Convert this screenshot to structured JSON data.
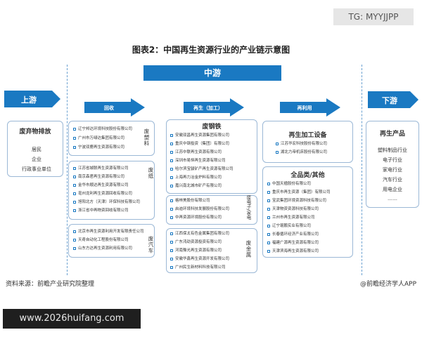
{
  "tg_badge": "TG: MYYJJPP",
  "title": "图表2：中国再生资源行业的产业链示意图",
  "stages": {
    "upstream": "上游",
    "midstream": "中游",
    "downstream": "下游"
  },
  "mid_steps": {
    "recycle": "回收",
    "process": "再生（加工）",
    "reuse": "再利用"
  },
  "upstream": {
    "heading": "废弃物排放",
    "items": [
      "居民",
      "企业",
      "行政事业单位"
    ]
  },
  "recycle_groups": [
    {
      "label": "废塑料",
      "companies": [
        "辽宁邦达环境科技股份有限公司",
        "广州市万绿达集团有限公司",
        "宁波双鹿再生资源有限公司"
      ]
    },
    {
      "label": "废纸",
      "companies": [
        "江苏省城联再生资源有限公司",
        "南京森君再生资源有限公司",
        "金华市顺达再生资源有限公司",
        "亳州龙利再生资源回收有限公司",
        "旭阳北方（天津）环保科技有限公司",
        "浙江省中再物资回收有限公司"
      ]
    },
    {
      "label": "废汽车",
      "companies": [
        "北京市再生资源利用开发有限责任公司",
        "天奇自动化工程股份有限公司",
        "山东方达再生资源利用有限公司"
      ]
    }
  ],
  "process_groups": [
    {
      "heading": "废钢铁",
      "companies": [
        "安徽双昌再生资源集团有限公司",
        "重庆中钢投资（集团）有限公司",
        "江苏中联再生资源有限公司",
        "深圳市易恒再生资源有限公司",
        "哈尔滨宝骏矿产再生资源有限公司",
        "上海再力冶金炉料有限公司",
        "嘉兴南北城市矿产有限公司"
      ]
    },
    {
      "label": "废电子/家电",
      "companies": [
        "格林美股份有限公司",
        "启迪环境科技发展股份有限公司",
        "中再资源环境股份有限公司"
      ]
    },
    {
      "label": "废金属",
      "companies": [
        "江西保太有色金属集团有限公司",
        "广东鸿劲资源投资有限公司",
        "河南豫光再生资源有限公司",
        "安徽华鑫再生资源开发有限公司",
        "广州民生新材料科技有限公司"
      ]
    }
  ],
  "reuse": {
    "equipment_heading": "再生加工设备",
    "equipment_companies": [
      "江苏华宏科技股份有限公司",
      "湖北力帝机床股份有限公司"
    ],
    "allcat_heading": "全品类/其他",
    "allcat_companies": [
      "中国天楹股份有限公司",
      "重庆市再生资源（集团）有限公司",
      "宝武集团环境资源科技有限公司",
      "天津物资资源科技有限公司",
      "兰州市再生资源有限公司",
      "辽宁琨鹏实业有限公司",
      "长春循环经济产业有限公司",
      "福建广源再生资源有限公司",
      "天津滨海再生资源有限公司"
    ]
  },
  "downstream": {
    "heading": "再生产品",
    "items": [
      "塑料制品行业",
      "电子行业",
      "家电行业",
      "汽车行业",
      "用电企业",
      "……"
    ]
  },
  "footer": {
    "source": "资料来源：前瞻产业研究院整理",
    "brand": "@前瞻经济学人APP"
  },
  "watermark_url": "www.2026huifang.com",
  "colors": {
    "accent": "#1a79c2",
    "box_border": "#9bb8d6",
    "dashed": "#6aa0d0"
  }
}
